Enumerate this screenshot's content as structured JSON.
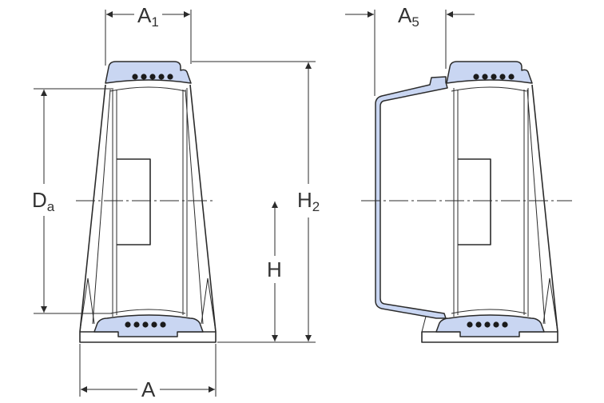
{
  "colors": {
    "ring_fill": "#c9d6f2",
    "line": "#2b2b2b",
    "background": "#ffffff"
  },
  "labels": {
    "A1": {
      "main": "A",
      "sub": "1"
    },
    "A5": {
      "main": "A",
      "sub": "5"
    },
    "Da": {
      "main": "D",
      "sub": "a"
    },
    "H2": {
      "main": "H",
      "sub": "2"
    },
    "H": {
      "main": "H"
    },
    "A": {
      "main": "A"
    }
  }
}
